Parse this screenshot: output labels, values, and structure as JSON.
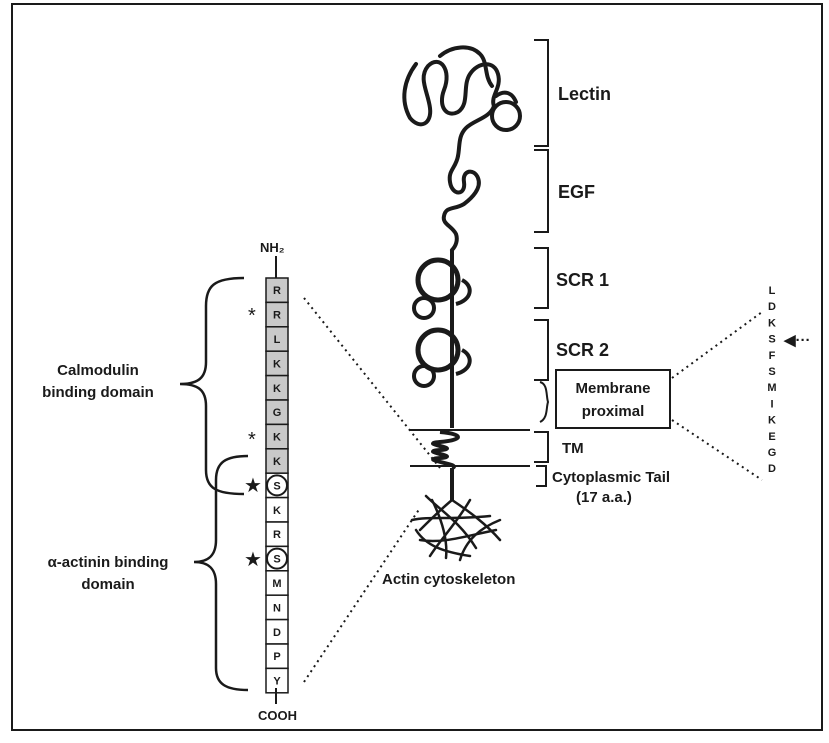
{
  "domains": {
    "lectin": "Lectin",
    "egf": "EGF",
    "scr1": "SCR 1",
    "scr2": "SCR 2",
    "membrane_proximal_line1": "Membrane",
    "membrane_proximal_line2": "proximal",
    "tm": "TM",
    "cyto_tail_line1": "Cytoplasmic Tail",
    "cyto_tail_line2": "(17 a.a.)",
    "actin": "Actin cytoskeleton"
  },
  "tail_sequence": {
    "n_terminus": "NH₂",
    "c_terminus": "COOH",
    "residues": [
      "R",
      "R",
      "L",
      "K",
      "K",
      "G",
      "K",
      "K",
      "S",
      "K",
      "R",
      "S",
      "M",
      "N",
      "D",
      "P",
      "Y"
    ],
    "calmodulin_label_line1": "Calmodulin",
    "calmodulin_label_line2": "binding domain",
    "actinin_label_line1": "α-actinin binding",
    "actinin_label_line2": "domain",
    "asterisk": "*",
    "star": "★"
  },
  "membrane_proximal_sequence": [
    "L",
    "D",
    "K",
    "S",
    "F",
    "S",
    "M",
    "I",
    "K",
    "E",
    "G",
    "D"
  ],
  "arrow_glyph": "◀···",
  "colors": {
    "shaded_residue_fill": "#c9c9c9",
    "ink": "#1a1a1a",
    "scr_ring": "#8a8a8a"
  }
}
